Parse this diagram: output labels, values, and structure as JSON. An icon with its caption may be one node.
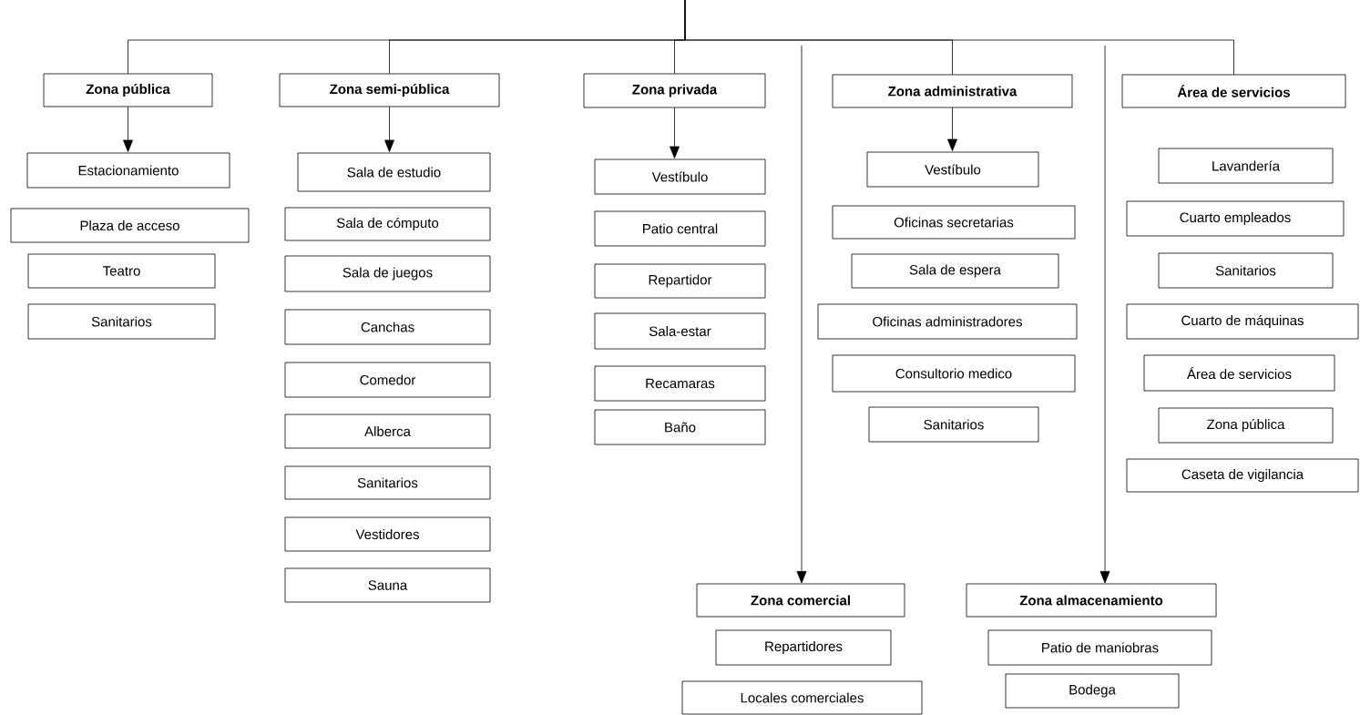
{
  "diagram": {
    "nodes": [
      {
        "text": [
          "Zona pública"
        ]
      },
      {
        "text": [
          "Estacionamiento"
        ]
      },
      {
        "text": [
          "Plaza de acceso"
        ]
      },
      {
        "text": [
          "Teatro"
        ]
      },
      {
        "text": [
          "Sanitarios"
        ]
      },
      {
        "text": [
          "Zona semi-pública"
        ]
      },
      {
        "text": [
          "Sala de estudio"
        ]
      },
      {
        "text": [
          "Sala de cómputo"
        ]
      },
      {
        "text": [
          "Sala de juegos"
        ]
      },
      {
        "text": [
          "Canchas"
        ]
      },
      {
        "text": [
          "Comedor"
        ]
      },
      {
        "text": [
          "Alberca"
        ]
      },
      {
        "text": [
          "Sanitarios"
        ]
      },
      {
        "text": [
          "Vestidores"
        ]
      },
      {
        "text": [
          "Sauna"
        ]
      },
      {
        "text": [
          "Zona privada"
        ]
      },
      {
        "text": [
          "Vestíbulo"
        ]
      },
      {
        "text": [
          "Patio central"
        ]
      },
      {
        "text": [
          "Repartidor"
        ]
      },
      {
        "text": [
          "Sala-estar"
        ]
      },
      {
        "text": [
          "Recamaras"
        ]
      },
      {
        "text": [
          "Baño"
        ]
      },
      {
        "text": [
          "Zona administrativa"
        ]
      },
      {
        "text": [
          "Vestíbulo"
        ]
      },
      {
        "text": [
          "Oficinas secretarias"
        ]
      },
      {
        "text": [
          "Sala de espera"
        ]
      },
      {
        "text": [
          "Oficinas administradores"
        ]
      },
      {
        "text": [
          "Consultorio medico"
        ]
      },
      {
        "text": [
          "Sanitarios"
        ]
      },
      {
        "text": [
          "Área de servicios"
        ]
      },
      {
        "text": [
          "Lavandería"
        ]
      },
      {
        "text": [
          "Cuarto empleados"
        ]
      },
      {
        "text": [
          "Sanitarios"
        ]
      },
      {
        "text": [
          "Cuarto de máquinas"
        ]
      },
      {
        "text": [
          "Área de servicios"
        ]
      },
      {
        "text": [
          "Zona pública"
        ]
      },
      {
        "text": [
          "Caseta de vigilancia"
        ]
      },
      {
        "text": [
          "Zona comercial"
        ]
      },
      {
        "text": [
          "Repartidores"
        ]
      },
      {
        "text": [
          "Locales comerciales"
        ]
      },
      {
        "text": [
          "Zona almacenamiento"
        ]
      },
      {
        "text": [
          "Patio de maniobras"
        ]
      },
      {
        "text": [
          "Bodega"
        ]
      }
    ],
    "edges": [
      {
        "from": null,
        "to": 0,
        "arrow": "none"
      },
      {
        "from": null,
        "to": 5,
        "arrow": "none"
      },
      {
        "from": null,
        "to": 15,
        "arrow": "none"
      },
      {
        "from": null,
        "to": 22,
        "arrow": "none"
      },
      {
        "from": null,
        "to": 29,
        "arrow": "none"
      },
      {
        "from": null,
        "to": 37,
        "arrow": "to"
      },
      {
        "from": null,
        "to": 40,
        "arrow": "to"
      },
      {
        "from": 0,
        "to": 1,
        "arrow": "to"
      },
      {
        "from": 5,
        "to": 6,
        "arrow": "to"
      },
      {
        "from": 15,
        "to": 16,
        "arrow": "to"
      },
      {
        "from": 22,
        "to": 23,
        "arrow": "to"
      }
    ]
  }
}
